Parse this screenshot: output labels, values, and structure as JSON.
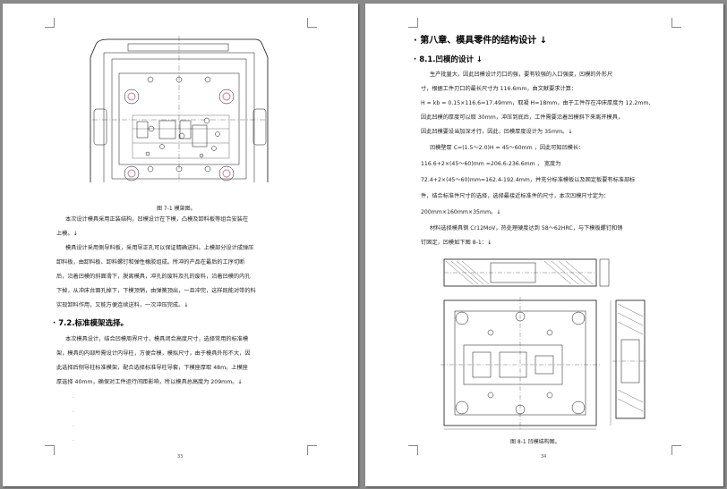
{
  "left_page": {
    "figure_caption": "图 7-1   模架图。",
    "paragraphs": [
      "本次设计模具采用正装结构，凹模设计在下模，凸模及卸料板等组合安装在",
      "上模。↓",
      "模具设计采用侧导料板，采用导正孔可以保证精确送料。上模部分设计成弹压",
      "卸料板，由卸料板、卸料螺钉和弹性橡胶组成。所冲的产品在最后的工序切断",
      "后，沿着凹模的斜面滑下，脱离模具，冲孔的废料及孔的废料，沿着凹模的内孔",
      "下掉，从冲床台面孔掉下，下模顶销，由弹簧顶出，一旦冲完，这样既能对带的料",
      "实现卸料作用，又能方便连续送料，一次冲压完成。↓"
    ],
    "section_heading": "· 7.2.标准模架选择。",
    "section_paragraphs": [
      "本次模具设计，结合凹模周界尺寸，模具闭合高度尺寸，选择常用的标准模",
      "架，模具的内部所需设计内导柱，方便合模，模拟尺寸，由于模具外形不大，因",
      "此选择后侧导柱标准模架，配合选择标准导柱导套，下模座厚取 48m。上模座",
      "厚选择 40mm，确保对工件运行间距影响，所以模具总高度为 209mm。↓"
    ],
    "empty_marks": [
      ".",
      ".",
      ".",
      "."
    ],
    "page_number": "33"
  },
  "right_page": {
    "chapter_heading": "· 第八章、模具零件的结构设计 ↓",
    "section_heading": "· 8.1.凹模的设计 ↓",
    "paragraphs": [
      "生产批量大，因此凹模设计刃口的强，要有较强的入口强度，凹模的外形尺",
      "寸，根据工件刃口的最长尺寸为 116.6mm，由文献要求计算：",
      "H = kb = 0.15×116.6=17.49mm，取凝 H=18mm，由于工件存在冲床厚度为 12.2mm,",
      "因此凹模的厚度可以取 30mm，冲压到底后，工件需要沿着凹模斜下来离开模具，",
      "因此凹模要设当加深才行，因此，凹模厚度设计为 35mm。↓",
      "凹模壁厚 C=(1.5～2.0)H = 45～60mm ，因此可知凹模长：",
      "116.6+2×(45～60)mm        =206.6-236.6mm            ，            宽度为",
      "72.4+2×(45～60)mm=162.4-192.4mm，并充分标准模板以及固定板要有标准部标",
      "件，结合标准件尺寸的选择，选择最接近标准件的尺寸，本次凹模尺寸定为：",
      "200mm×160mm×35mm。↓",
      "材料选择模具钢 Cr12MoV，热处理硬度达到 58～62HRC，与下模板螺钉和销",
      "钉固定，凹模如下图 8-1：↓"
    ],
    "figure_caption": "图 8-1   凹模结构图。",
    "page_number": "34"
  }
}
